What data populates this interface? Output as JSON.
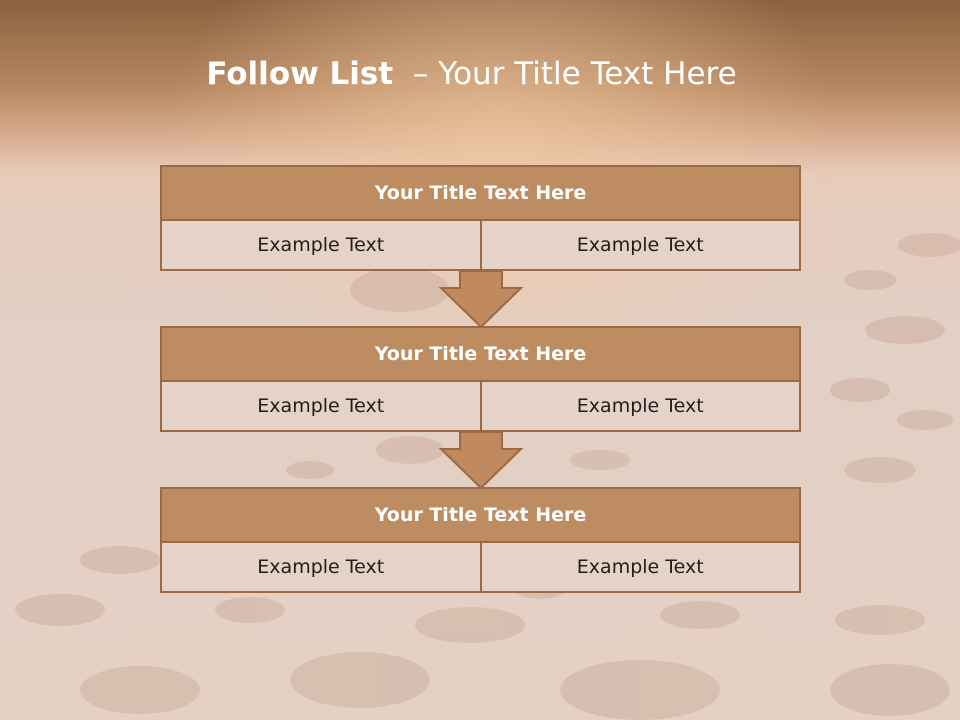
{
  "slide": {
    "title_bold": "Follow List",
    "title_rest": "  – Your Title Text Here"
  },
  "blocks": [
    {
      "title": "Your Title Text Here",
      "left": "Example Text",
      "right": "Example Text"
    },
    {
      "title": "Your Title Text Here",
      "left": "Example Text",
      "right": "Example Text"
    },
    {
      "title": "Your Title Text Here",
      "left": "Example Text",
      "right": "Example Text"
    }
  ],
  "colors": {
    "header_fill": "#be8c61",
    "border": "#9b6a45",
    "cell_fill": "#e6d3c7",
    "arrow_fill": "#c08a5e",
    "title_text": "#ffffff"
  }
}
